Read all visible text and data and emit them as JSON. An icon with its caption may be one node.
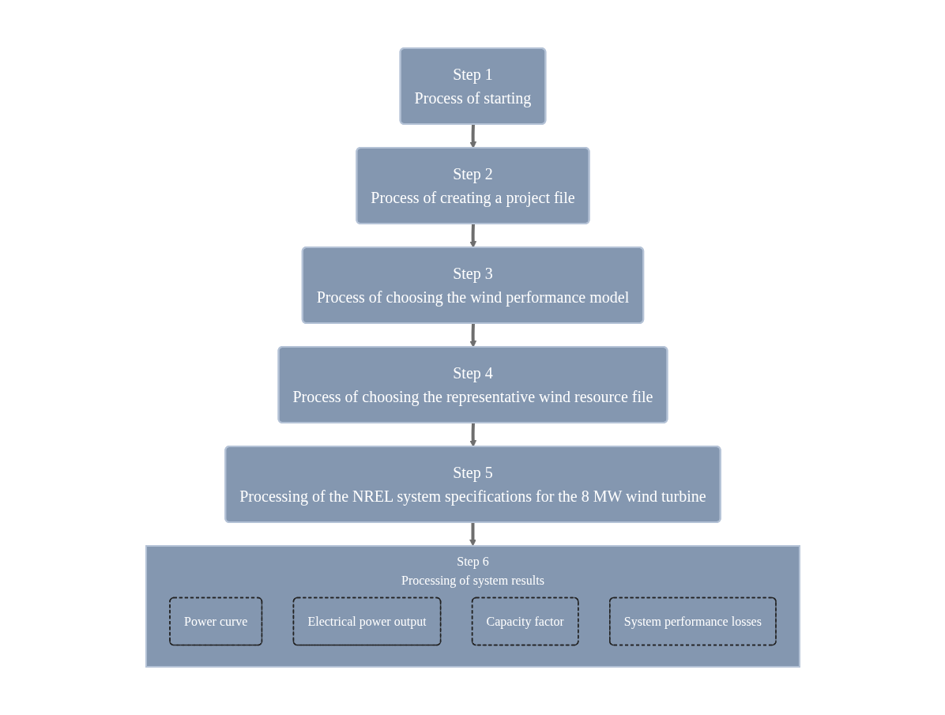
{
  "diagram": {
    "nodes": [
      {
        "text": [
          "Step 1",
          "Process of starting"
        ]
      },
      {
        "text": [
          "Step 2",
          "Process of creating a project file"
        ]
      },
      {
        "text": [
          "Step 3",
          "Process of choosing the wind performance model"
        ]
      },
      {
        "text": [
          "Step 4",
          "Process of choosing the representative wind resource file"
        ]
      },
      {
        "text": [
          "Step 5",
          "Processing of the NREL system specifications for the 8 MW wind turbine"
        ]
      },
      {
        "text": [
          "Step 6",
          "Processing of system results"
        ]
      },
      {
        "text": [
          "Power curve"
        ],
        "in": 5
      },
      {
        "text": [
          "Electrical power output"
        ],
        "in": 5
      },
      {
        "text": [
          "Capacity factor"
        ],
        "in": 5
      },
      {
        "text": [
          "System performance losses"
        ],
        "in": 5
      }
    ],
    "edges": [
      {
        "from": 0,
        "to": 1,
        "arrow": "to"
      },
      {
        "from": 1,
        "to": 2,
        "arrow": "to"
      },
      {
        "from": 2,
        "to": 3,
        "arrow": "to"
      },
      {
        "from": 3,
        "to": 4,
        "arrow": "to"
      },
      {
        "from": 4,
        "to": 5,
        "arrow": "to"
      }
    ]
  }
}
